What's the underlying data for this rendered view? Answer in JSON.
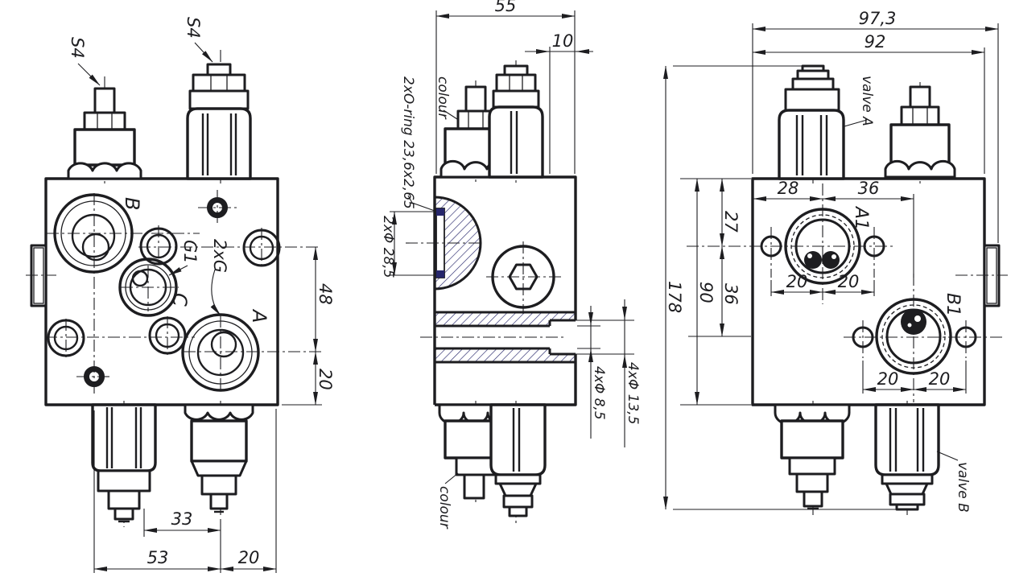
{
  "front_view": {
    "s4_top_left": "S4",
    "s4_top_right": "S4",
    "port_b": "B",
    "port_g1": "G1",
    "port_c": "C",
    "port_2xg": "2xG",
    "port_a": "A",
    "dim_48": "48",
    "dim_20_vert": "20",
    "dim_33": "33",
    "dim_53": "53",
    "dim_20_horiz": "20"
  },
  "side_view": {
    "dim_55": "55",
    "dim_10": "10",
    "oring_label": "2xO-ring 23,6x2,65",
    "colour_top": "colour",
    "colour_bottom": "colour",
    "dim_2x_dia_28_5": "2xΦ 28,5",
    "dim_4x_dia_13_5": "4xΦ 13,5",
    "dim_4x_dia_8_5": "4xΦ 8,5"
  },
  "back_view": {
    "dim_97_3": "97,3",
    "dim_92": "92",
    "dim_178": "178",
    "dim_90": "90",
    "dim_27": "27",
    "dim_36_vert": "36",
    "dim_28": "28",
    "dim_36_top": "36",
    "dim_20_a1_left": "20",
    "dim_20_a1_right": "20",
    "dim_20_b1_left": "20",
    "dim_20_b1_right": "20",
    "port_a1": "A1",
    "port_b1": "B1",
    "valve_a": "valve A",
    "valve_b": "valve B"
  },
  "colors": {
    "line": "#1d1d20",
    "hatch": "#26266b",
    "background": "#ffffff"
  }
}
